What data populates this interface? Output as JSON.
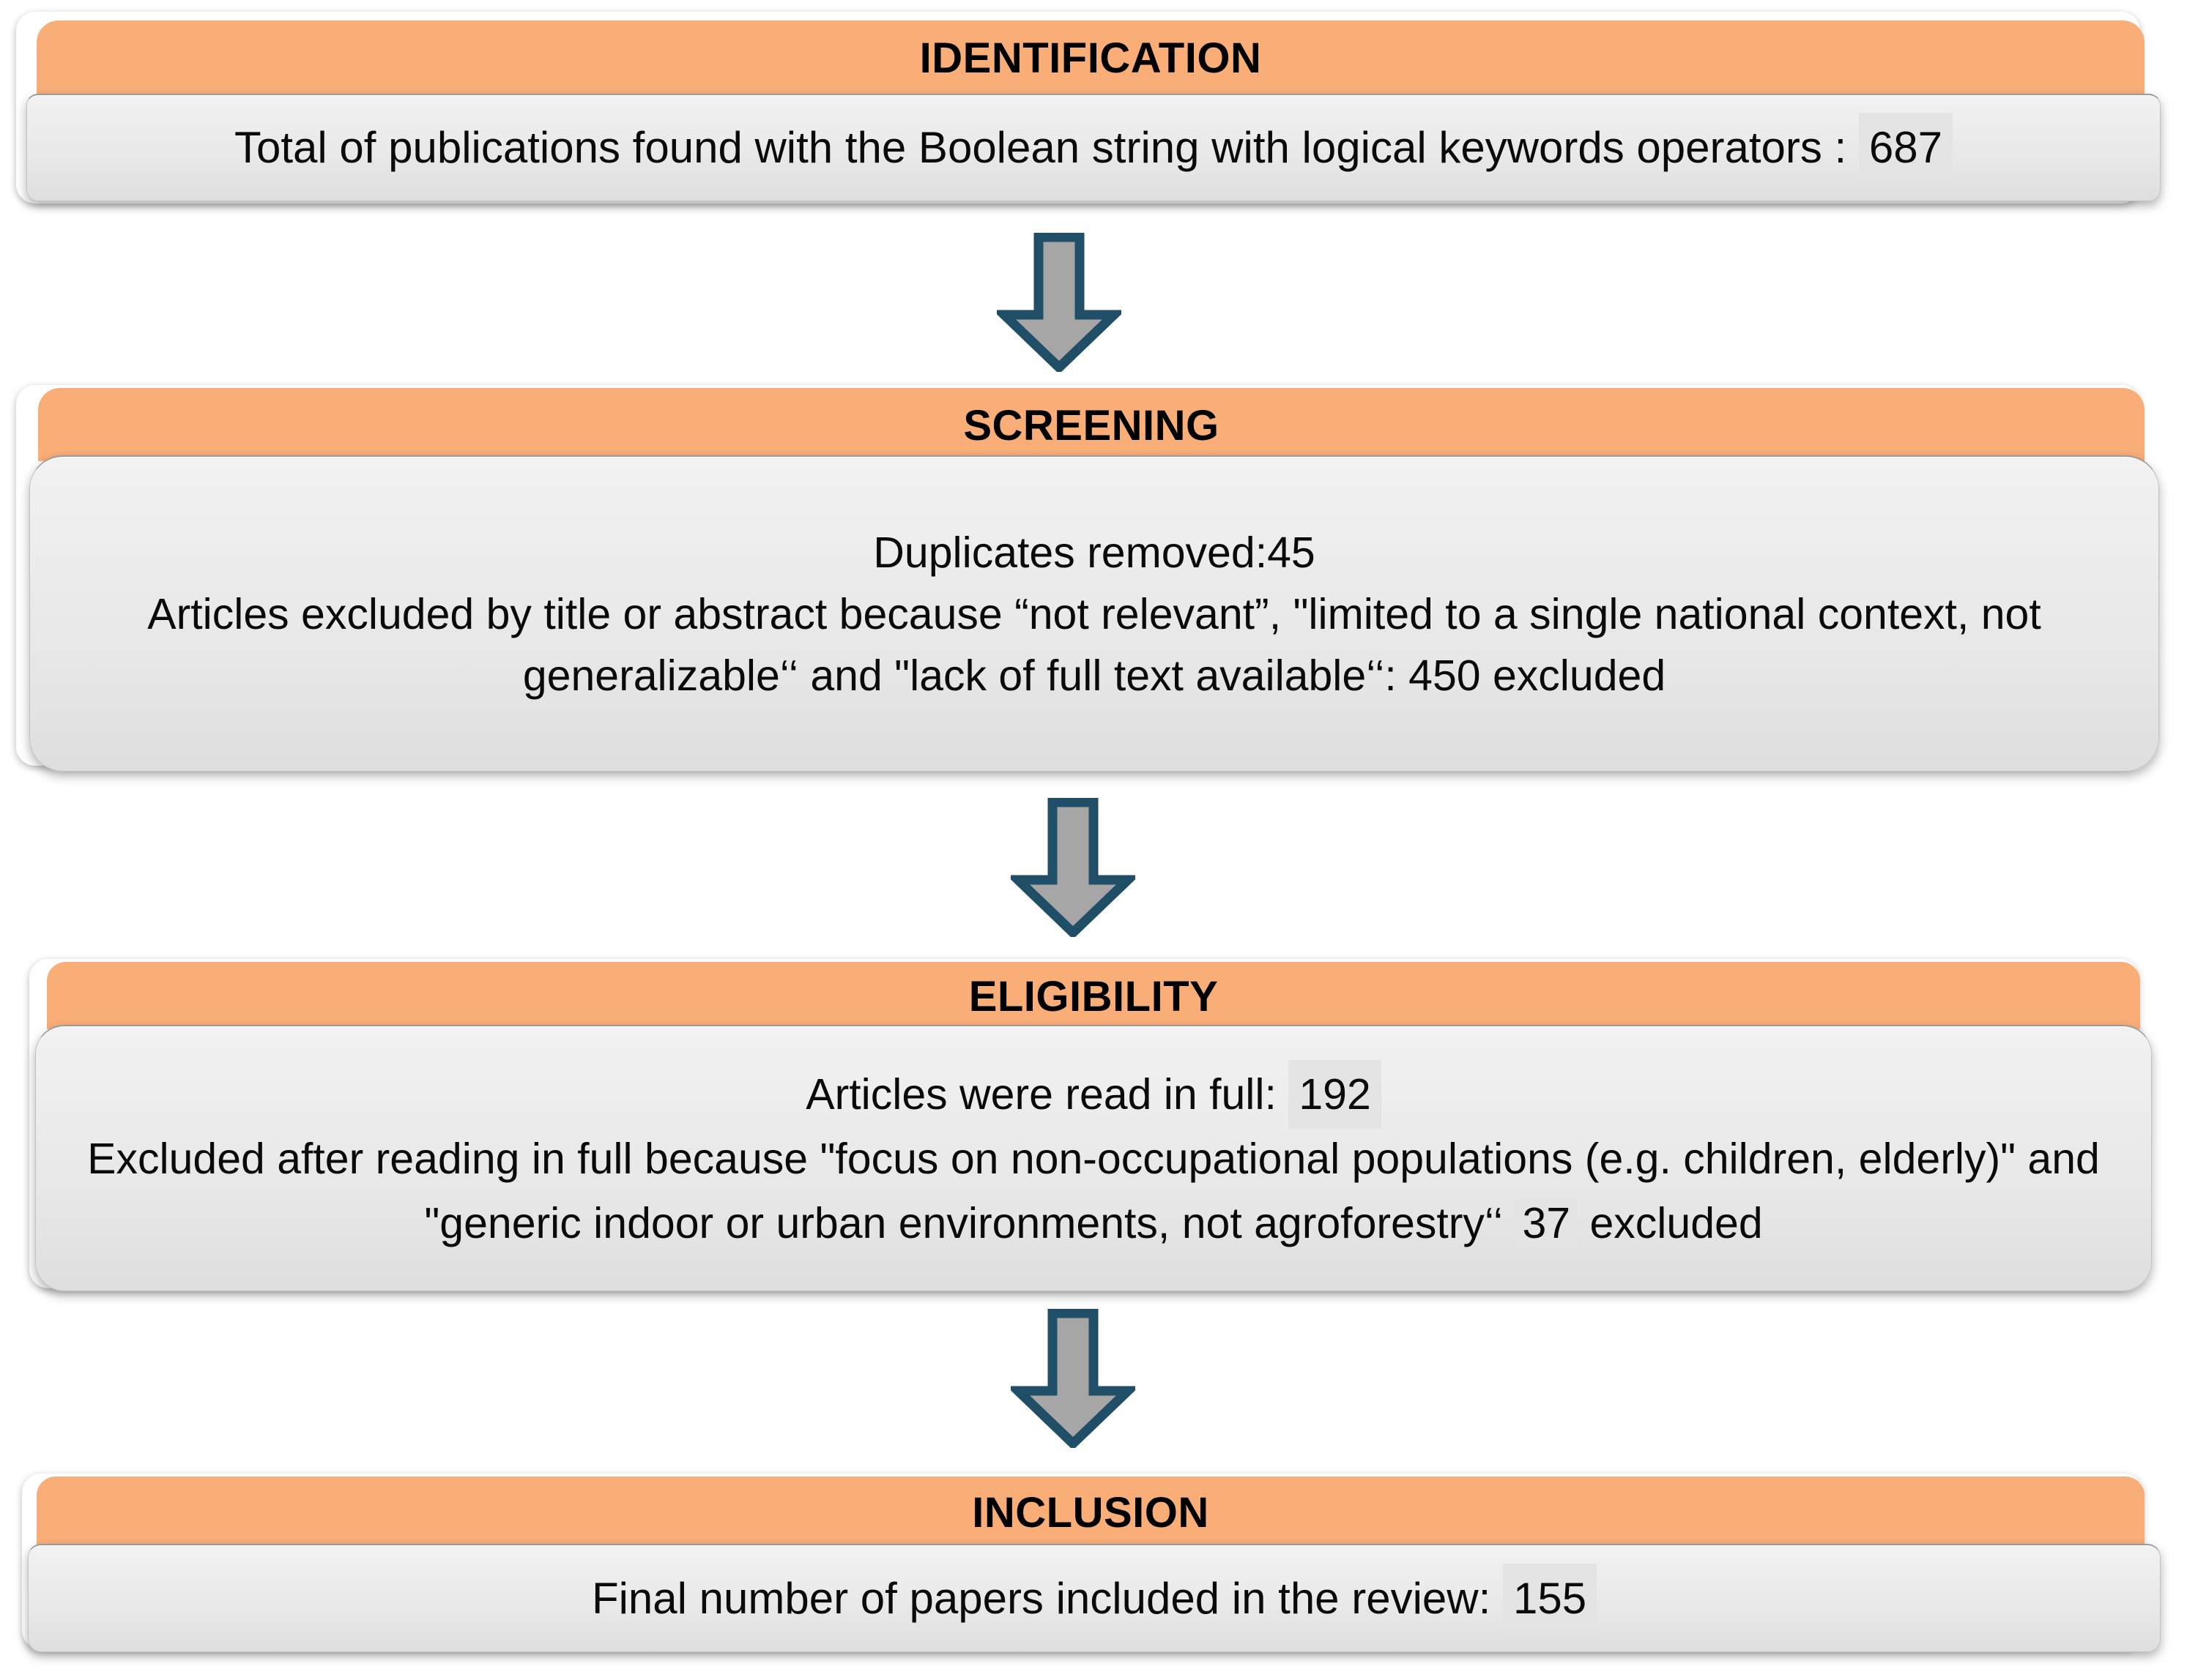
{
  "diagram": {
    "type": "prisma-flow-diagram",
    "colors": {
      "header_orange": "#F9AE78",
      "body_grey_top": "#F2F2F2",
      "body_grey_bottom": "#DEDEDE",
      "arrow_fill": "#A6A6A6",
      "arrow_outline": "#1F4E66",
      "highlight_grey": "#E4E4E4",
      "text": "#000000"
    },
    "stages": [
      {
        "id": "identification",
        "header": "IDENTIFICATION",
        "lines": [
          {
            "text": "Total of publications found with the Boolean string with logical keywords operators : ",
            "value": "687"
          }
        ]
      },
      {
        "id": "screening",
        "header": "SCREENING",
        "lines": [
          {
            "text": "Duplicates removed:45",
            "value": ""
          },
          {
            "text": "Articles excluded by title or abstract because “not relevant”, \"limited to a single national context, not generalizable‘‘ and \"lack of full text available‘‘: 450 excluded",
            "value": ""
          }
        ]
      },
      {
        "id": "eligibility",
        "header": "ELIGIBILITY",
        "lines": [
          {
            "text": "Articles were read in full: ",
            "value": "192"
          },
          {
            "text": "Excluded after reading in full because \"focus on non-occupational populations (e.g. children, elderly)\" and \"generic indoor or urban environments, not agroforestry‘‘ ",
            "value": "37",
            "suffix": " excluded"
          }
        ]
      },
      {
        "id": "inclusion",
        "header": "INCLUSION",
        "lines": [
          {
            "text": "Final number of papers included in the review:  ",
            "value": "155"
          }
        ]
      }
    ],
    "arrows": [
      {
        "id": "arrow-identification-to-screening",
        "direction": "down"
      },
      {
        "id": "arrow-screening-to-eligibility",
        "direction": "down"
      },
      {
        "id": "arrow-eligibility-to-inclusion",
        "direction": "down"
      }
    ]
  }
}
